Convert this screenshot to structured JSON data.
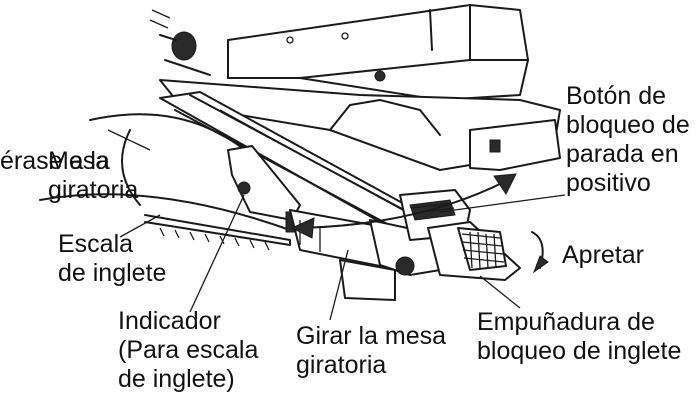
{
  "labels": {
    "overlap_fragment": "érase a la",
    "mesa_giratoria": [
      "Mesa",
      "giratoria"
    ],
    "escala_de_inglete": [
      "Escala",
      "de inglete"
    ],
    "indicador": [
      "Indicador",
      "(Para escala",
      "de inglete)"
    ],
    "girar_la_mesa": [
      "Girar la mesa",
      "giratoria"
    ],
    "boton_bloqueo": [
      "Botón de",
      "bloqueo de",
      "parada en",
      "positivo"
    ],
    "apretar": "Apretar",
    "empunadura": [
      "Empuñadura de",
      "bloqueo de inglete"
    ]
  },
  "colors": {
    "line": "#1a1a1a",
    "text": "#111111",
    "background": "#ffffff"
  }
}
